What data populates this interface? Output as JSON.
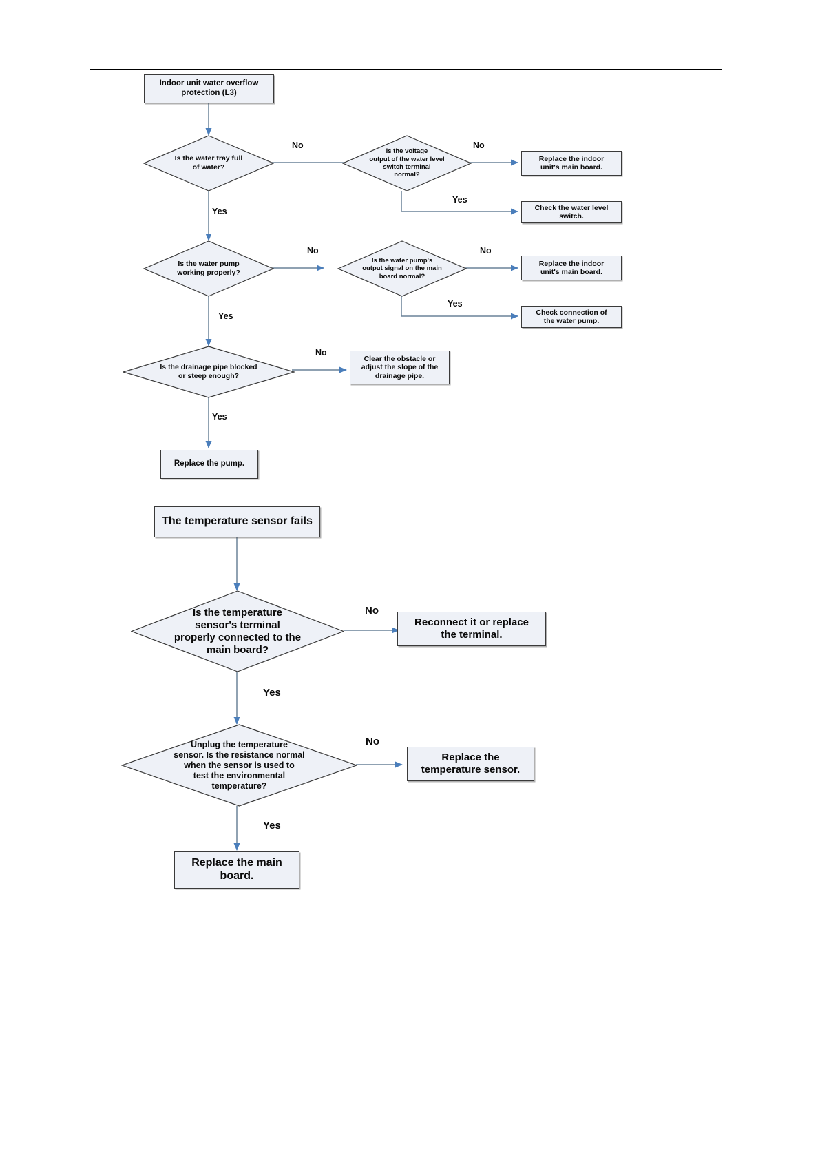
{
  "diagram": {
    "type": "flowchart",
    "title_rule": true,
    "accent_color": "#4a7ebb",
    "node_fill": "#eef1f7",
    "node_stroke": "#3a3a3a",
    "line_color": "#6a8299",
    "charts": [
      {
        "name": "indoor-unit-water-overflow-protection",
        "start": "Indoor unit water overflow\nprotection (L3)"
      },
      {
        "name": "temperature-sensor-fails",
        "start": "The temperature sensor fails"
      }
    ]
  },
  "chart1": {
    "start": "Indoor unit water overflow\nprotection (L3)",
    "d1": "Is the water tray full\nof water?",
    "d1_no": "No",
    "d1_yes": "Yes",
    "d2": "Is the voltage\noutput of the water level\nswitch terminal\nnormal?",
    "d2_no": "No",
    "d2_yes": "Yes",
    "r1": "Replace the indoor\nunit's main board.",
    "r2": "Check the water level\nswitch.",
    "d3": "Is the water pump\nworking properly?",
    "d3_no": "No",
    "d3_yes": "Yes",
    "d4": "Is the water pump's\noutput signal on the main\nboard normal?",
    "d4_no": "No",
    "d4_yes": "Yes",
    "r3": "Replace the indoor\nunit's main board.",
    "r4": "Check connection of\nthe water pump.",
    "d5": "Is the drainage pipe blocked\nor steep enough?",
    "d5_no": "No",
    "d5_yes": "Yes",
    "r5": "Clear the obstacle or\nadjust the slope of the\ndrainage pipe.",
    "r6": "Replace the pump."
  },
  "chart2": {
    "start": "The temperature sensor fails",
    "d1": "Is the temperature\nsensor's terminal\nproperly connected to the\nmain board?",
    "d1_no": "No",
    "d1_yes": "Yes",
    "r1": "Reconnect it or replace\nthe terminal.",
    "d2": "Unplug the temperature\nsensor. Is the resistance normal\nwhen the sensor is used to\ntest the environmental\ntemperature?",
    "d2_no": "No",
    "d2_yes": "Yes",
    "r2": "Replace the\ntemperature sensor.",
    "r3": "Replace the main\nboard."
  }
}
